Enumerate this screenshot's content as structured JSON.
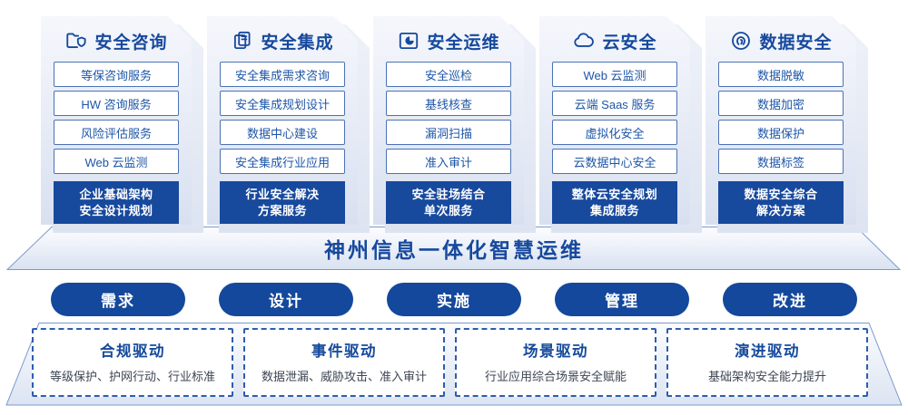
{
  "theme": {
    "primary_blue": "#17499d",
    "pill_blue": "#14489c",
    "item_border": "#4a72b2",
    "item_text": "#1e56a7",
    "dash_border": "#2e5dac",
    "desc_text": "#3e4553"
  },
  "columns": [
    {
      "icon": "folder-shield-icon",
      "title": "安全咨询",
      "items": [
        "等保咨询服务",
        "HW 咨询服务",
        "风险评估服务",
        "Web 云监测"
      ],
      "footer": [
        "企业基础架构",
        "安全设计规划"
      ]
    },
    {
      "icon": "documents-icon",
      "title": "安全集成",
      "items": [
        "安全集成需求咨询",
        "安全集成规划设计",
        "数据中心建设",
        "安全集成行业应用"
      ],
      "footer": [
        "行业安全解决",
        "方案服务"
      ]
    },
    {
      "icon": "monitor-pie-icon",
      "title": "安全运维",
      "items": [
        "安全巡检",
        "基线核查",
        "漏洞扫描",
        "准入审计"
      ],
      "footer": [
        "安全驻场结合",
        "单次服务"
      ]
    },
    {
      "icon": "cloud-icon",
      "title": "云安全",
      "items": [
        "Web 云监测",
        "云端 Saas 服务",
        "虚拟化安全",
        "云数据中心安全"
      ],
      "footer": [
        "整体云安全规划",
        "集成服务"
      ]
    },
    {
      "icon": "fingerprint-icon",
      "title": "数据安全",
      "items": [
        "数据脱敏",
        "数据加密",
        "数据保护",
        "数据标签"
      ],
      "footer": [
        "数据安全综合",
        "解决方案"
      ]
    }
  ],
  "banner": {
    "title": "神州信息一体化智慧运维"
  },
  "process_pills": [
    "需求",
    "设计",
    "实施",
    "管理",
    "改进"
  ],
  "drivers": [
    {
      "title": "合规驱动",
      "desc": "等级保护、护网行动、行业标准"
    },
    {
      "title": "事件驱动",
      "desc": "数据泄漏、威胁攻击、准入审计"
    },
    {
      "title": "场景驱动",
      "desc": "行业应用综合场景安全赋能"
    },
    {
      "title": "演进驱动",
      "desc": "基础架构安全能力提升"
    }
  ]
}
